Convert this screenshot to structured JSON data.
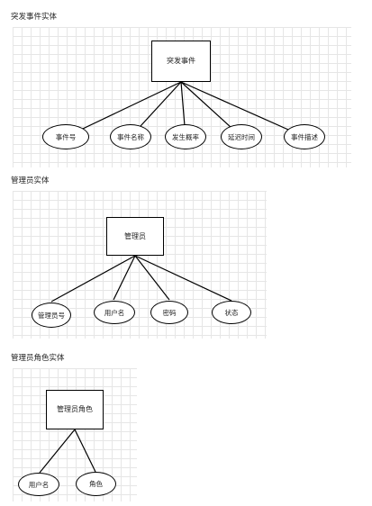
{
  "sections": [
    {
      "title": "突发事件实体",
      "entity": "突发事件",
      "attributes": [
        "事件号",
        "事件名称",
        "发生概率",
        "延迟时间",
        "事件描述"
      ]
    },
    {
      "title": "管理员实体",
      "entity": "管理员",
      "attributes": [
        "管理员号",
        "用户名",
        "密码",
        "状态"
      ]
    },
    {
      "title": "管理员角色实体",
      "entity": "管理员角色",
      "attributes": [
        "用户名",
        "角色"
      ]
    }
  ]
}
